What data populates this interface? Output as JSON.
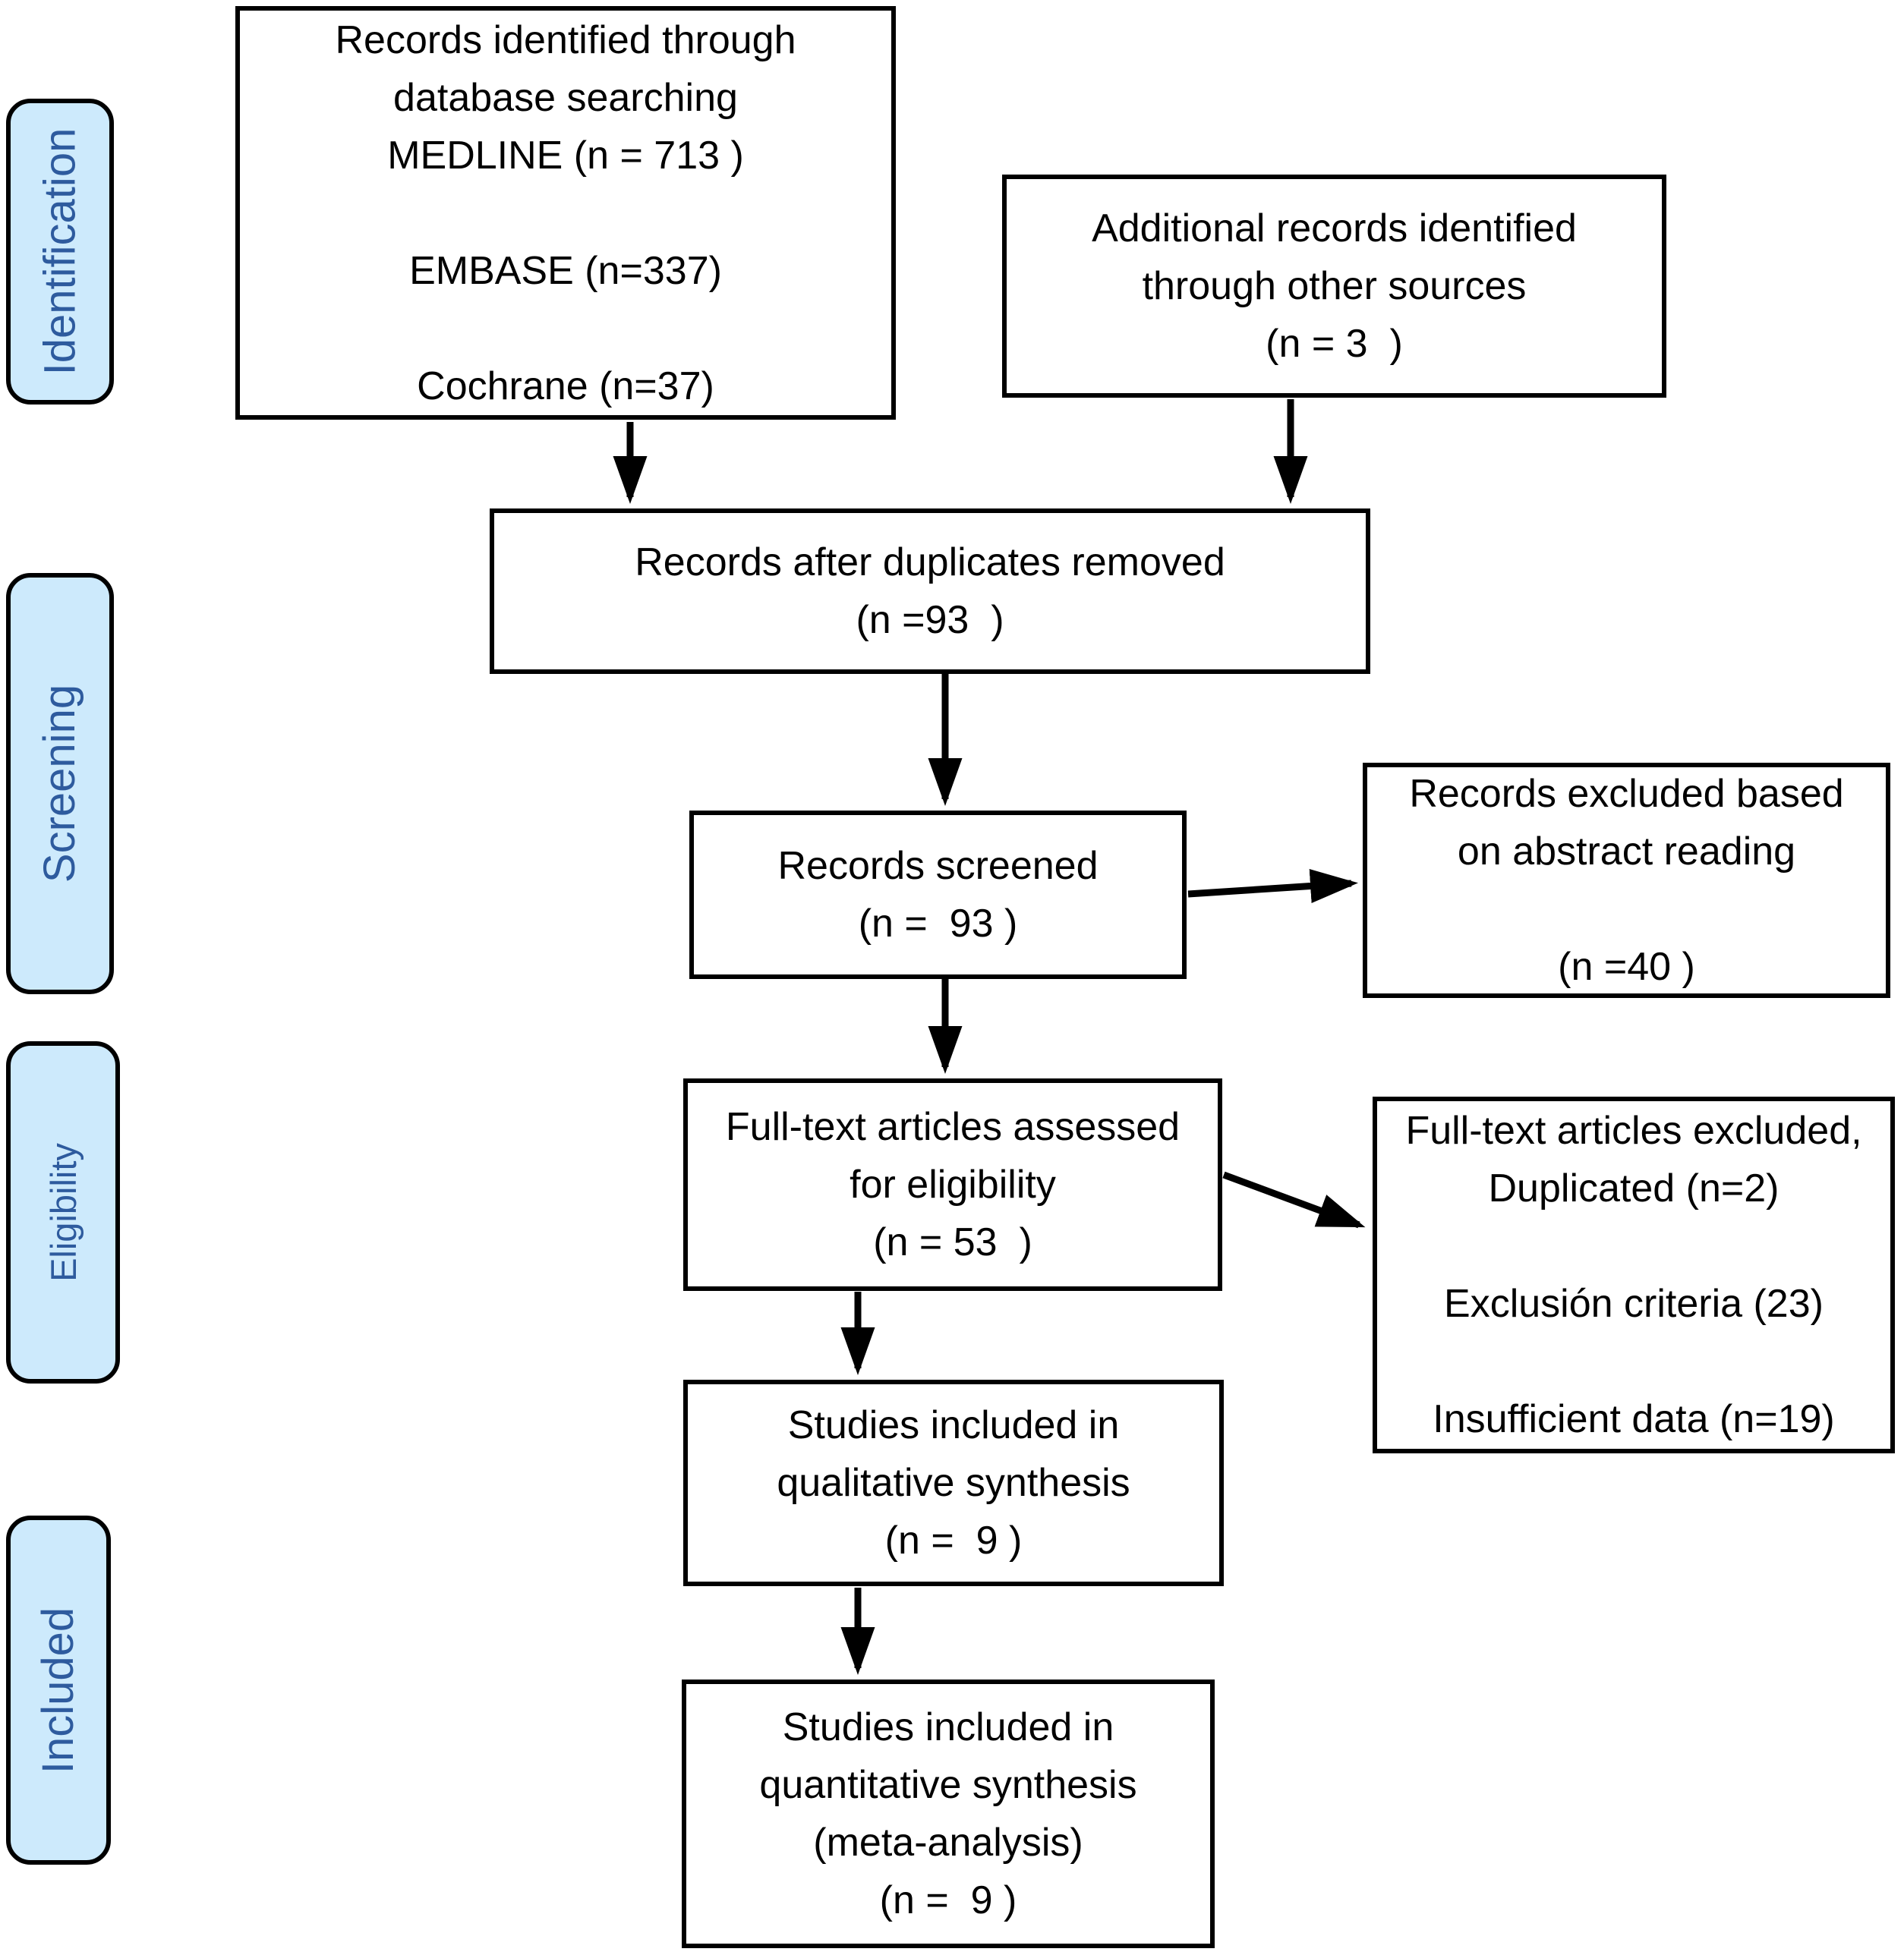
{
  "stages": [
    {
      "label": "Identification"
    },
    {
      "label": "Screening"
    },
    {
      "label": "Eligibility"
    },
    {
      "label": "Included"
    }
  ],
  "boxes": {
    "identified": {
      "lines": [
        "Records identified through",
        "database searching",
        "MEDLINE (n = 713 )",
        "",
        "EMBASE (n=337)",
        "",
        "Cochrane (n=37)"
      ]
    },
    "additional": {
      "lines": [
        "Additional records identified",
        "through other sources",
        "(n = 3  )"
      ]
    },
    "duplicates_removed": {
      "lines": [
        "Records after duplicates removed",
        "(n =93  )"
      ]
    },
    "screened": {
      "lines": [
        "Records screened",
        "(n =  93 )"
      ]
    },
    "excluded_abstract": {
      "lines": [
        "Records excluded based",
        "on abstract reading",
        "",
        "(n =40 )"
      ]
    },
    "fulltext_assessed": {
      "lines": [
        "Full-text articles assessed",
        "for eligibility",
        "(n = 53  )"
      ]
    },
    "fulltext_excluded": {
      "lines": [
        "Full-text articles excluded,",
        "Duplicated (n=2)",
        "",
        "Exclusión criteria (23)",
        "",
        "Insufficient data (n=19)"
      ]
    },
    "qualitative": {
      "lines": [
        "Studies included in",
        "qualitative synthesis",
        "(n =  9 )"
      ]
    },
    "quantitative": {
      "lines": [
        "Studies included in",
        "quantitative synthesis",
        "(meta-analysis)",
        "(n =  9 )"
      ]
    }
  },
  "colors": {
    "stage_fill": "#cdeafc",
    "stage_text": "#2e5b9e",
    "box_border": "#000000",
    "arrow": "#000000",
    "background": "#ffffff"
  }
}
